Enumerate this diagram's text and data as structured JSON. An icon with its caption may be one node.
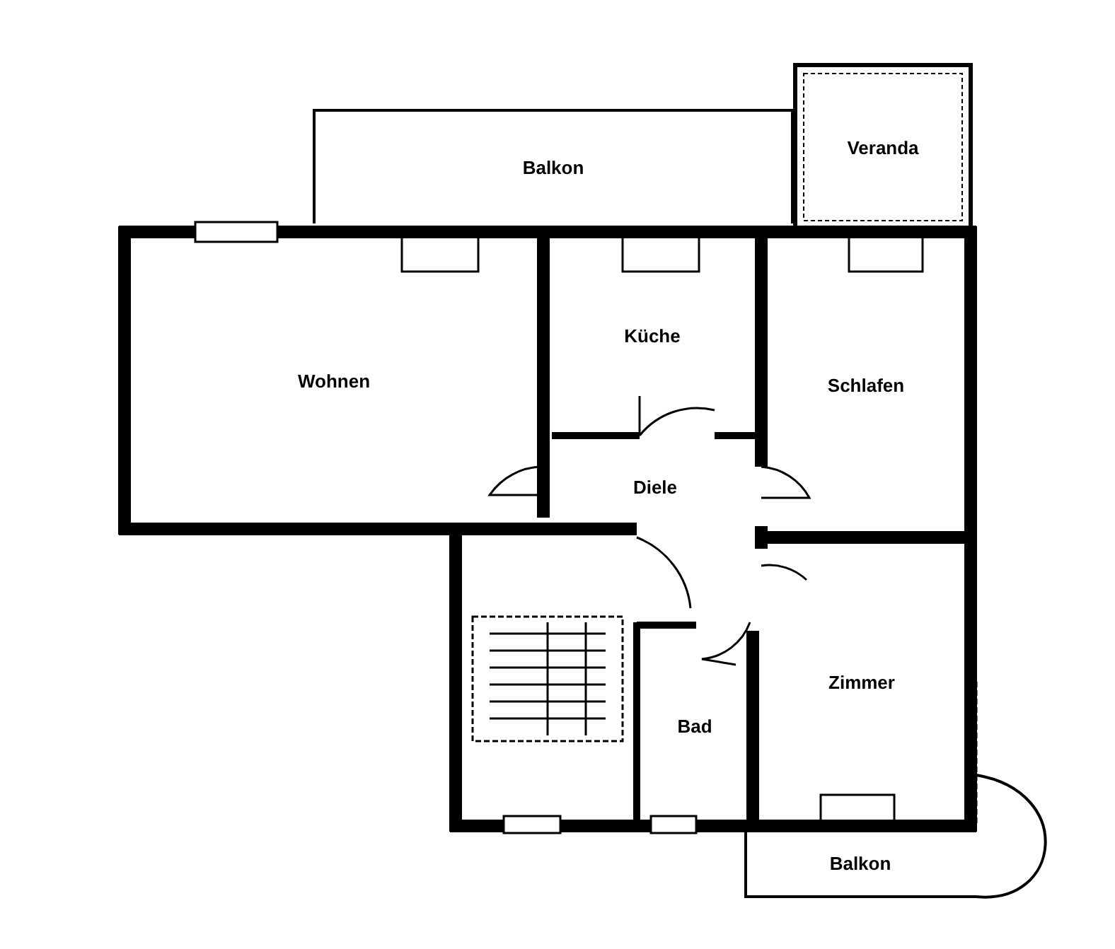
{
  "diagram": {
    "nodes": [
      {
        "text": [
          "Balkon"
        ]
      },
      {
        "text": [
          "Veranda"
        ]
      },
      {
        "text": [
          "Wohnen"
        ]
      },
      {
        "text": [
          "Küche"
        ]
      },
      {
        "text": [
          "Schlafen"
        ]
      },
      {
        "text": [
          "Diele"
        ]
      },
      {
        "text": [
          "Zimmer"
        ]
      },
      {
        "text": [
          "Bad"
        ]
      },
      {
        "text": [
          "Balkon"
        ]
      }
    ]
  }
}
